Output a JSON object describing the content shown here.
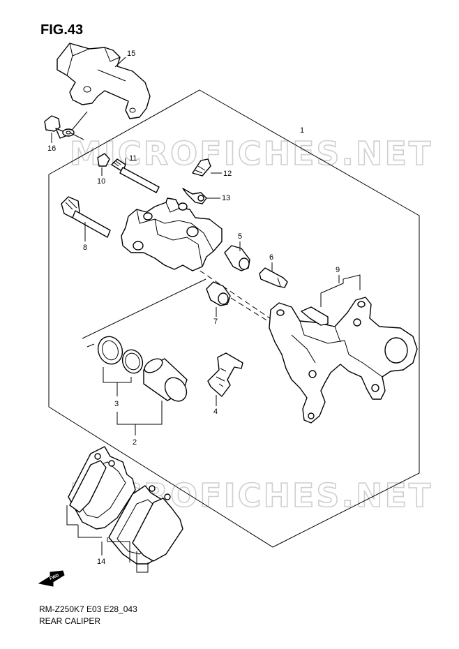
{
  "figure": {
    "title": "FIG.43",
    "code": "RM-Z250K7 E03 E28_043",
    "subtitle": "REAR CALIPER"
  },
  "watermark": {
    "text": "MICROFICHES.NET",
    "color": "#cfcfcf"
  },
  "fwd_arrow": {
    "label": "FWD",
    "icon": "fwd-arrow-icon"
  },
  "callouts": [
    {
      "id": "1",
      "part": "caliper-assembly-boundary"
    },
    {
      "id": "2",
      "part": "piston-set"
    },
    {
      "id": "3",
      "part": "seal-rings"
    },
    {
      "id": "4",
      "part": "pad-spring"
    },
    {
      "id": "5",
      "part": "boot-5"
    },
    {
      "id": "6",
      "part": "bolt-6"
    },
    {
      "id": "7",
      "part": "boot-7"
    },
    {
      "id": "8",
      "part": "pin-8"
    },
    {
      "id": "9",
      "part": "caliper-bracket"
    },
    {
      "id": "10",
      "part": "cap-10"
    },
    {
      "id": "11",
      "part": "pin-11"
    },
    {
      "id": "12",
      "part": "bleeder-valve"
    },
    {
      "id": "13",
      "part": "bleeder-cap"
    },
    {
      "id": "14",
      "part": "brake-pads"
    },
    {
      "id": "15",
      "part": "caliper-guard"
    },
    {
      "id": "16",
      "part": "bolt-16"
    }
  ]
}
